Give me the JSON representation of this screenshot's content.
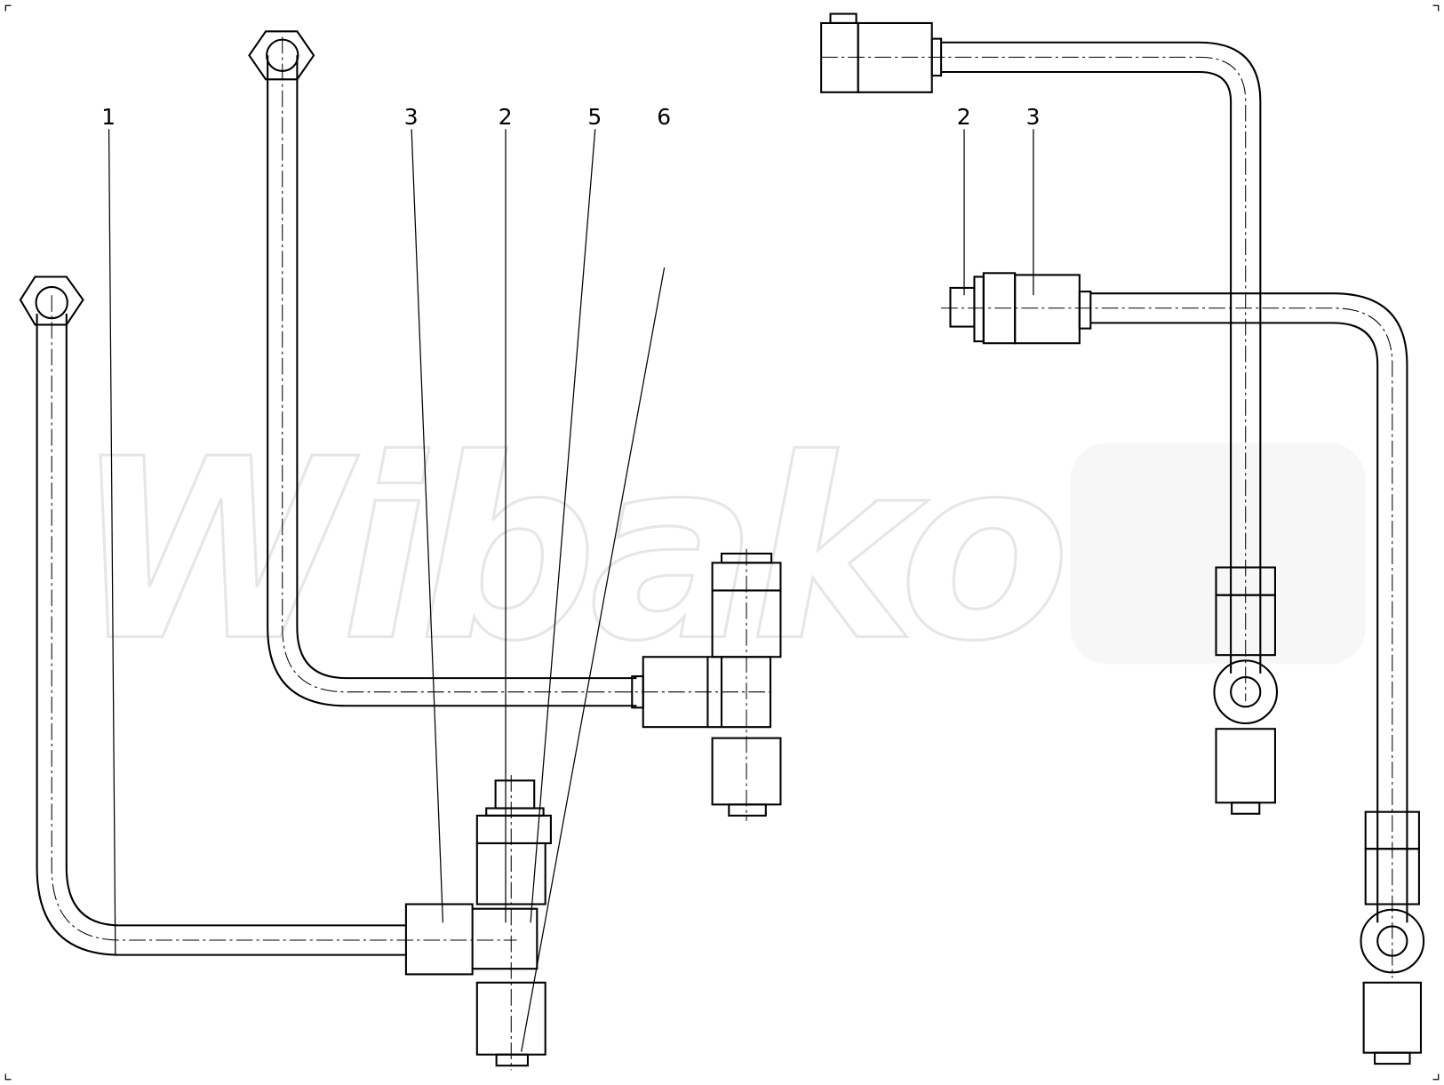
{
  "watermark": "Wibako",
  "left_assembly": {
    "callouts": [
      "1",
      "3",
      "2",
      "5",
      "6"
    ]
  },
  "right_assembly": {
    "callouts": [
      "2",
      "3"
    ]
  }
}
